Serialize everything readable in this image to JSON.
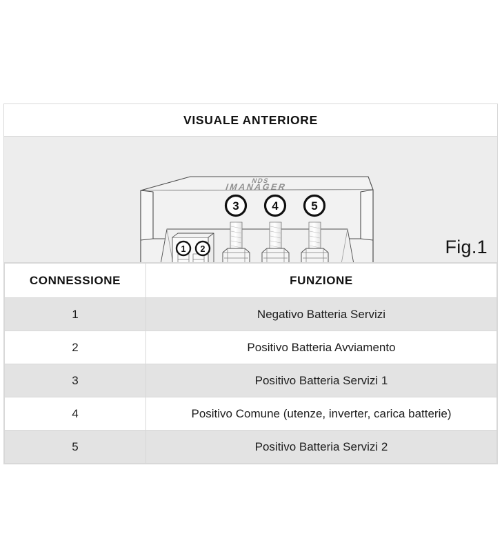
{
  "figure": {
    "title": "VISUALE ANTERIORE",
    "caption": "Fig.1",
    "device": {
      "brand_line_1": "NDS",
      "brand_line_2": "IMANAGER",
      "callouts": [
        {
          "id": "callout-1",
          "label": "1"
        },
        {
          "id": "callout-2",
          "label": "2"
        },
        {
          "id": "callout-3",
          "label": "3"
        },
        {
          "id": "callout-4",
          "label": "4"
        },
        {
          "id": "callout-5",
          "label": "5"
        }
      ]
    }
  },
  "table": {
    "headers": {
      "connection": "CONNESSIONE",
      "function": "FUNZIONE"
    },
    "rows": [
      {
        "connection": "1",
        "function": "Negativo Batteria Servizi"
      },
      {
        "connection": "2",
        "function": "Positivo Batteria Avviamento"
      },
      {
        "connection": "3",
        "function": "Positivo Batteria Servizi 1"
      },
      {
        "connection": "4",
        "function": "Positivo Comune (utenze, inverter, carica batterie)"
      },
      {
        "connection": "5",
        "function": "Positivo Batteria Servizi 2"
      }
    ]
  },
  "colors": {
    "page_background": "#ffffff",
    "panel_background": "#ededed",
    "row_shaded": "#e3e3e3",
    "border": "#d8d8d8",
    "text": "#1a1a1a"
  }
}
